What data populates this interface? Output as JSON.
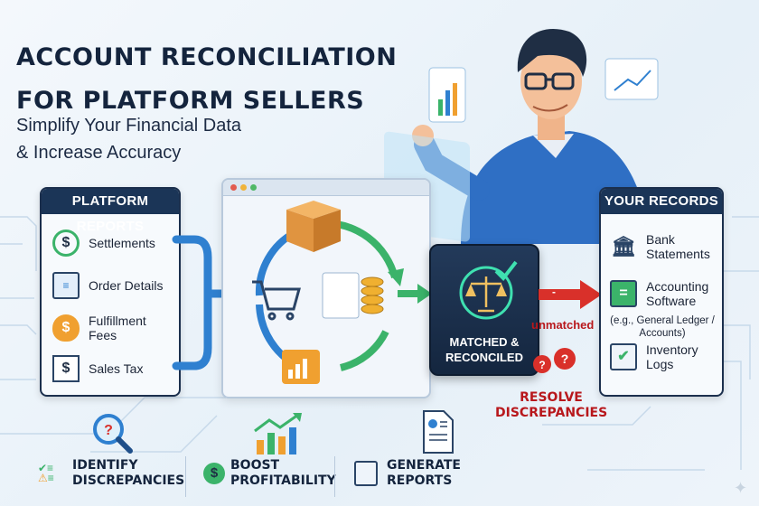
{
  "title": {
    "line1": "ACCOUNT RECONCILIATION",
    "line2": "FOR PLATFORM SELLERS"
  },
  "subtitle": {
    "line1": "Simplify Your Financial Data",
    "line2": "& Increase Accuracy"
  },
  "platform_reports": {
    "header": "PLATFORM REPORTS",
    "items": [
      {
        "label": "Settlements",
        "icon": "dollar-coin-icon"
      },
      {
        "label": "Order Details",
        "icon": "document-icon"
      },
      {
        "label": "Fulfillment Fees",
        "icon": "money-bag-icon"
      },
      {
        "label": "Sales Tax",
        "icon": "receipt-icon"
      }
    ]
  },
  "center": {
    "matched_line1": "MATCHED &",
    "matched_line2": "RECONCILED",
    "unmatched": "unmatched",
    "arrow_mark": "-",
    "resolve_line1": "RESOLVE",
    "resolve_line2": "DISCREPANCIES"
  },
  "your_records": {
    "header": "YOUR RECORDS",
    "items": [
      {
        "label": "Bank Statements",
        "icon": "bank-icon"
      },
      {
        "label": "Accounting Software",
        "note": "(e.g., General Ledger / Accounts)",
        "icon": "ledger-book-icon"
      },
      {
        "label": "Inventory Logs",
        "icon": "checklist-icon"
      }
    ]
  },
  "benefits": [
    {
      "line1": "IDENTIFY",
      "line2": "DISCREPANCIES"
    },
    {
      "line1": "BOOST",
      "line2": "PROFITABILITY"
    },
    {
      "line1": "GENERATE",
      "line2": "REPORTS"
    }
  ],
  "colors": {
    "navy": "#1b3557",
    "green": "#3bb36a",
    "red": "#d9302a",
    "blue": "#2f80d0",
    "orange": "#f0a030"
  }
}
